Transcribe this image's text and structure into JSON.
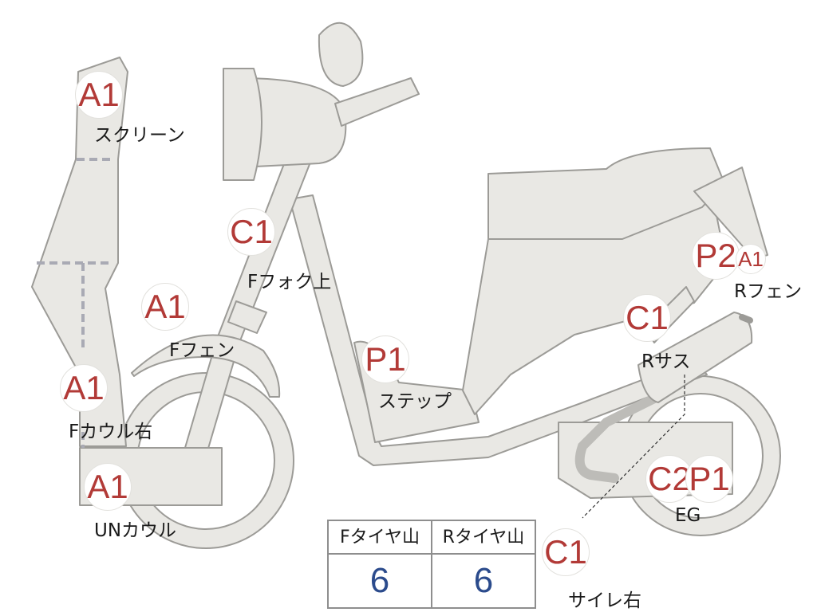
{
  "badges": {
    "screen": "A1",
    "front_fork_top": "C1",
    "front_fender": "A1",
    "front_cowl_right": "A1",
    "under_cowl": "A1",
    "step": "P1",
    "rear_fender_main": "P2",
    "rear_fender_sub": "A1",
    "rear_suspension": "C1",
    "engine_c": "C2",
    "engine_p": "P1",
    "muffler_right": "C1"
  },
  "labels": {
    "screen": "スクリーン",
    "front_fork_top": "Fフォク上",
    "front_fender": "Fフェン",
    "front_cowl_right": "Fカウル右",
    "under_cowl": "UNカウル",
    "step": "ステップ",
    "rear_fender": "Rフェン",
    "rear_suspension": "Rサス",
    "engine": "EG",
    "muffler_right": "サイレ右"
  },
  "tire_table": {
    "front_header": "Fタイヤ山",
    "rear_header": "Rタイヤ山",
    "front_value": "6",
    "rear_value": "6"
  },
  "colors": {
    "part_fill": "#e9e8e4",
    "part_stroke": "#9c9b97",
    "badge_text": "#b23a37",
    "value_text": "#2b4b8c",
    "dash_lines": "#a9aab4"
  }
}
